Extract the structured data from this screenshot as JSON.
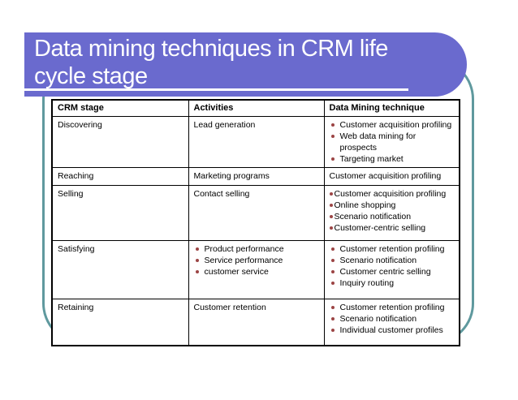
{
  "slide": {
    "title_lines": [
      "Data mining techniques in CRM life",
      "cycle stage"
    ]
  },
  "table": {
    "columns": [
      "CRM stage",
      "Activities",
      "Data Mining technique"
    ],
    "rows": [
      {
        "cells": [
          {
            "text": "Discovering"
          },
          {
            "text": "Lead generation"
          },
          {
            "style": "spaced",
            "bullets": [
              "Customer acquisition profiling",
              "Web data mining for prospects",
              "Targeting market"
            ]
          }
        ]
      },
      {
        "cells": [
          {
            "text": "Reaching"
          },
          {
            "text": "Marketing programs"
          },
          {
            "text": "Customer acquisition profiling"
          }
        ]
      },
      {
        "cells": [
          {
            "text": "Selling"
          },
          {
            "text": "Contact selling"
          },
          {
            "style": "tight",
            "bullets": [
              "Customer acquisition profiling",
              "Online shopping",
              "Scenario notification",
              "Customer-centric selling"
            ]
          }
        ]
      },
      {
        "cells": [
          {
            "text": "Satisfying"
          },
          {
            "style": "spaced",
            "bullets": [
              "Product performance",
              "Service performance",
              "customer service"
            ]
          },
          {
            "style": "spaced",
            "bullets": [
              "Customer retention profiling",
              "Scenario notification",
              "Customer centric selling",
              "Inquiry routing"
            ]
          }
        ]
      },
      {
        "cells": [
          {
            "text": "Retaining"
          },
          {
            "text": "Customer retention"
          },
          {
            "style": "spaced",
            "bullets": [
              "Customer retention profiling",
              "Scenario notification",
              "Individual customer profiles"
            ]
          }
        ]
      }
    ]
  },
  "colors": {
    "accent-purple": "#6a6ace",
    "frame-teal": "#5f999e",
    "bullet-maroon": "#9c4444"
  }
}
